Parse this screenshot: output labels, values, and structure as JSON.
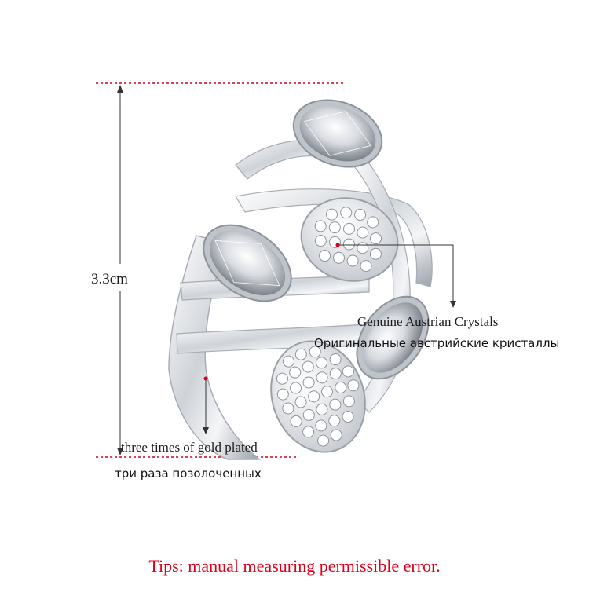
{
  "dimension": {
    "height_label": "3.3cm"
  },
  "annotations": {
    "crystals_en": "Genuine Austrian Crystals",
    "crystals_ru": "Оригинальные австрийские кристаллы",
    "plating_en": "three times of gold plated",
    "plating_ru": "три раза позолоченных"
  },
  "footer": {
    "tips": "Tips: manual measuring permissible error."
  },
  "colors": {
    "dim_line": "#d4001c",
    "tips_text": "#e0001b",
    "metal": "#d9dce0"
  }
}
